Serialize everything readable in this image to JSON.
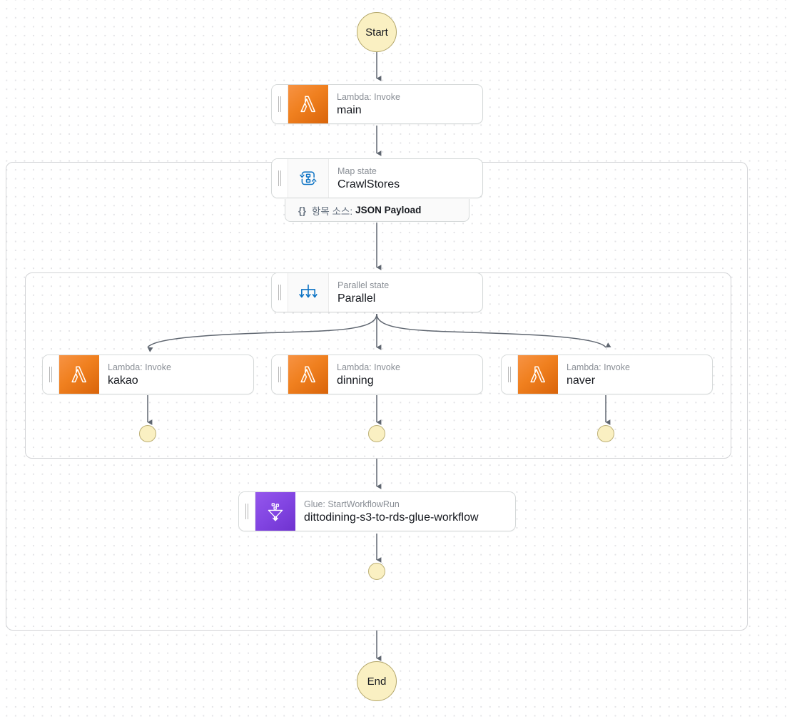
{
  "diagram": {
    "title": "AWS Step Functions state machine graph",
    "type": "workflow-graph",
    "colors": {
      "lambda_orange": "#f0801f",
      "glue_purple": "#8245e2",
      "terminal_yellow": "#faf0c2",
      "edge_gray": "#5f6670",
      "container_border": "#d2d3d6"
    }
  },
  "start": {
    "label": "Start"
  },
  "end": {
    "label": "End"
  },
  "nodes": {
    "main": {
      "type_label": "Lambda: Invoke",
      "name": "main",
      "icon": "lambda-icon"
    },
    "crawl_stores": {
      "type_label": "Map state",
      "name": "CrawlStores",
      "icon": "map-state-icon",
      "item_source_prefix": "항목 소스:",
      "item_source_value": "JSON Payload",
      "braces": "{}"
    },
    "parallel": {
      "type_label": "Parallel state",
      "name": "Parallel",
      "icon": "parallel-state-icon"
    },
    "kakao": {
      "type_label": "Lambda: Invoke",
      "name": "kakao",
      "icon": "lambda-icon"
    },
    "dinning": {
      "type_label": "Lambda: Invoke",
      "name": "dinning",
      "icon": "lambda-icon"
    },
    "naver": {
      "type_label": "Lambda: Invoke",
      "name": "naver",
      "icon": "lambda-icon"
    },
    "glue_workflow": {
      "type_label": "Glue: StartWorkflowRun",
      "name": "dittodining-s3-to-rds-glue-workflow",
      "icon": "glue-icon"
    }
  }
}
